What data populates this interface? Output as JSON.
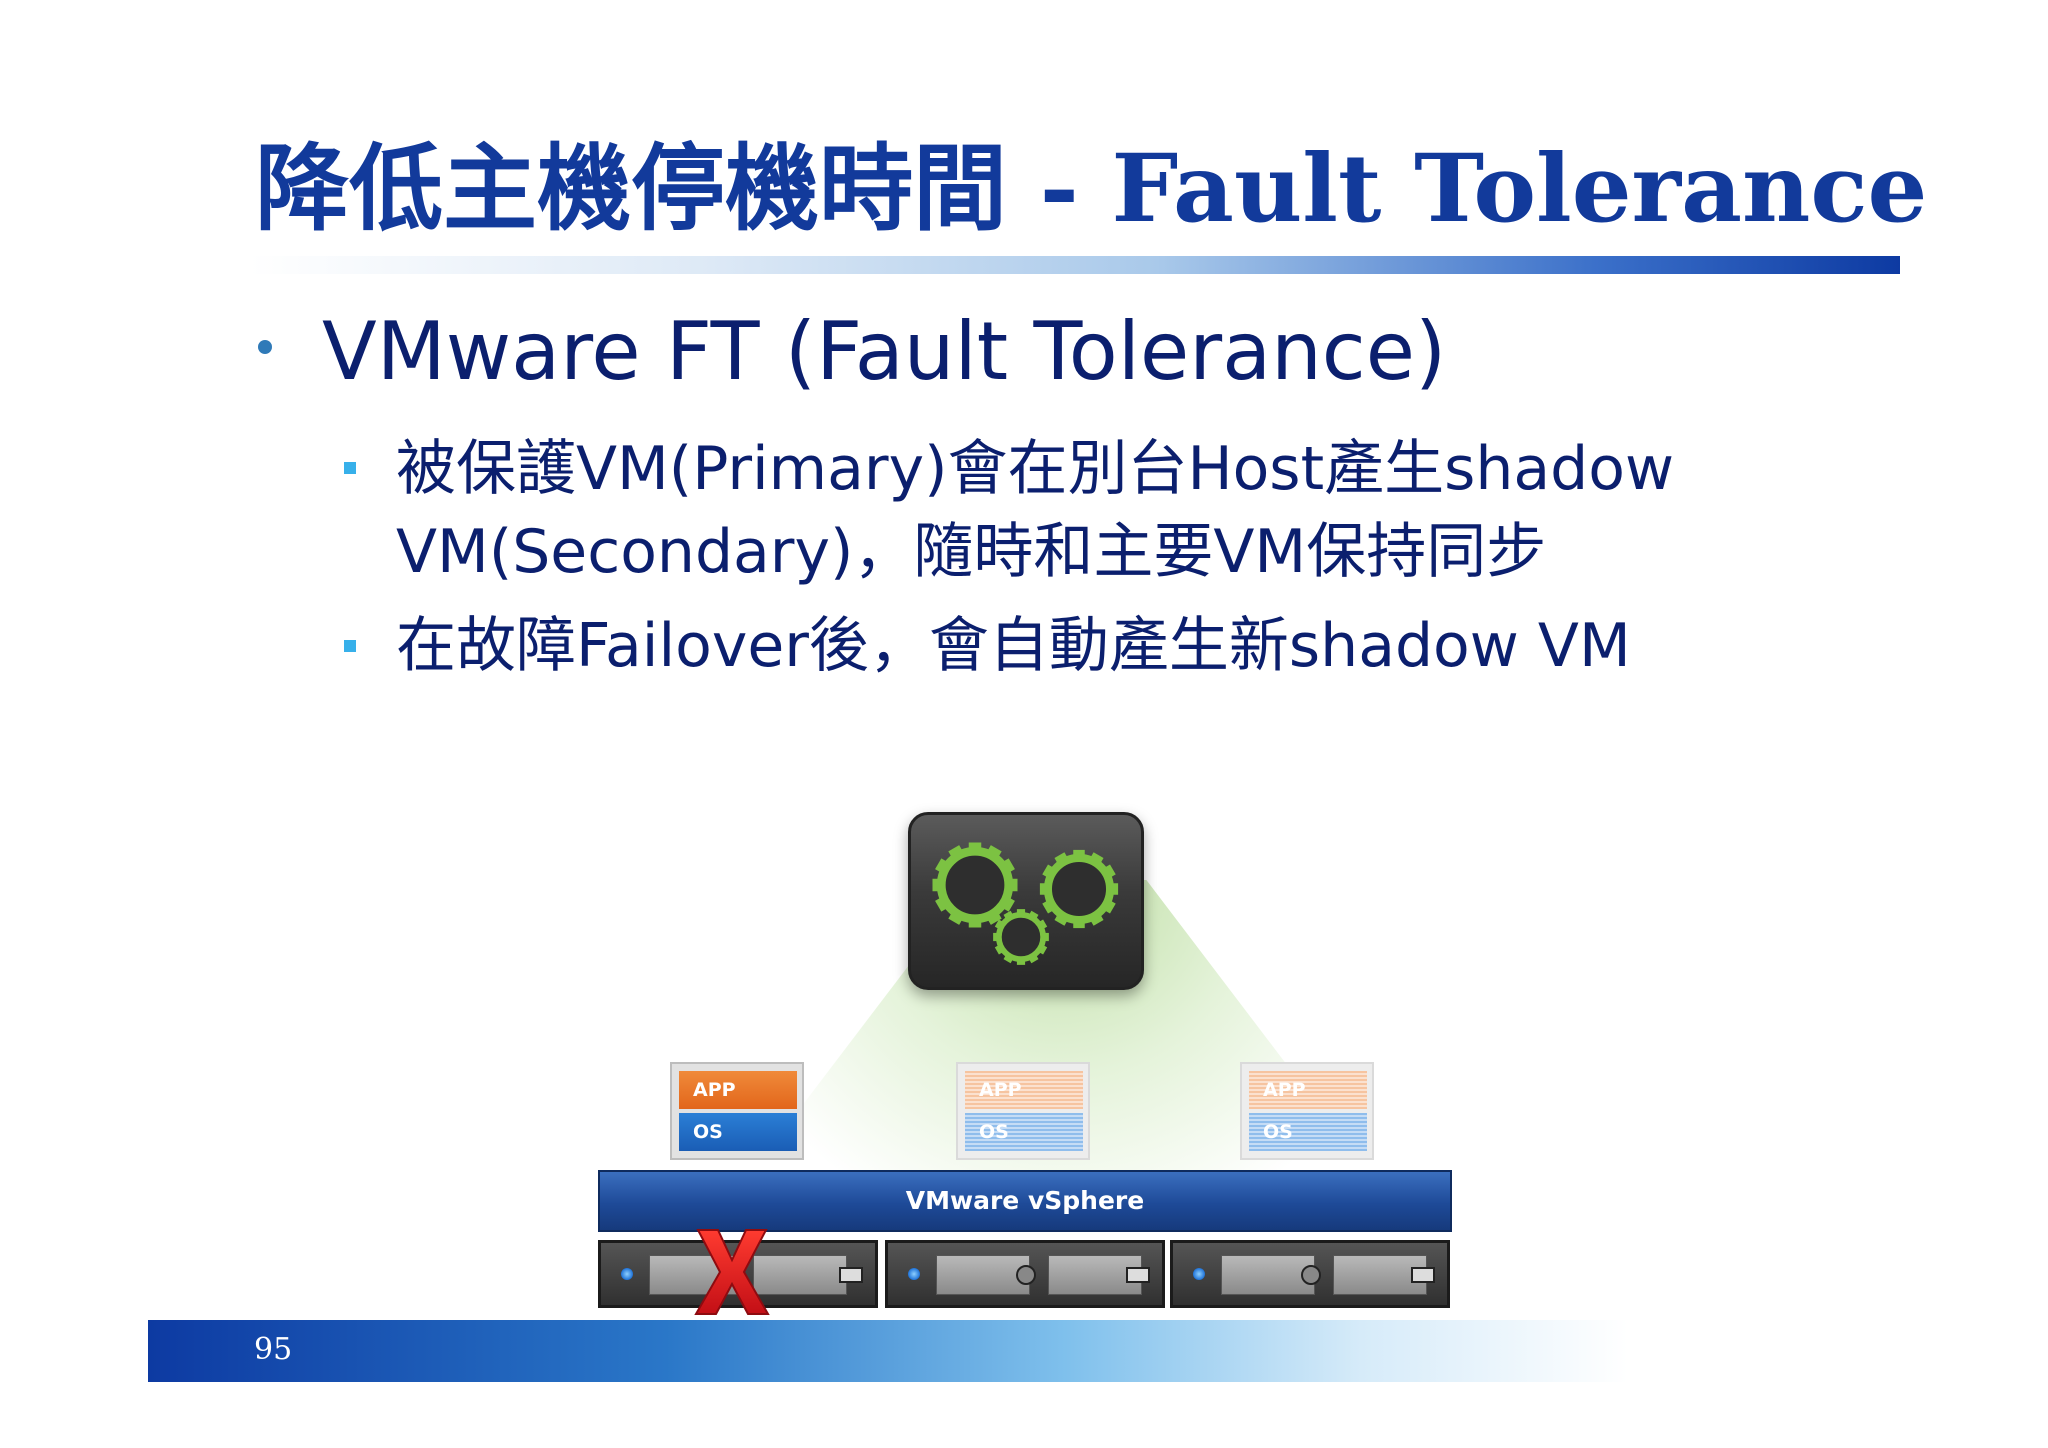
{
  "slide": {
    "title": "降低主機停機時間 - Fault Tolerance",
    "bullet": "VMware FT (Fault Tolerance)",
    "sub_bullets": [
      "被保護VM(Primary)會在別台Host產生shadow VM(Secondary)，隨時和主要VM保持同步",
      "在故障Failover後，會自動產生新shadow VM"
    ],
    "page_number": "95"
  },
  "diagram": {
    "platform_label": "VMware vSphere",
    "vms": [
      {
        "app": "APP",
        "os": "OS",
        "state": "primary"
      },
      {
        "app": "APP",
        "os": "OS",
        "state": "shadow"
      },
      {
        "app": "APP",
        "os": "OS",
        "state": "shadow"
      }
    ],
    "failed_host_marker": "X",
    "colors": {
      "title": "#123a9b",
      "text": "#0b1f6e",
      "bullet_square": "#37b0ea",
      "app_layer": "#e2661b",
      "os_layer": "#1a5db5",
      "vsphere_bar": "#1e4a98",
      "failure_x": "#e01b24",
      "gear": "#7cc242"
    }
  }
}
